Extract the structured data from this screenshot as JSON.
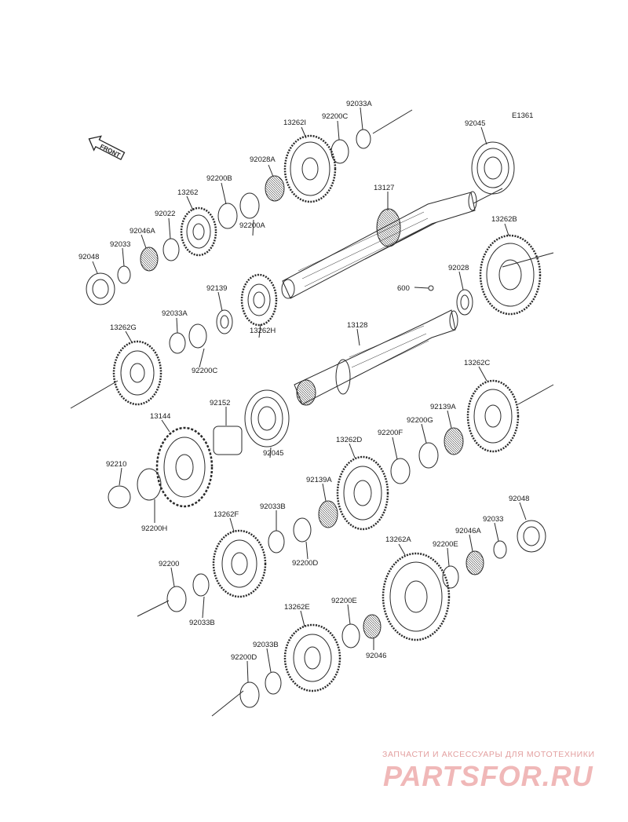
{
  "diagram_code": "E1361",
  "front_label": "FRONT",
  "colors": {
    "line": "#2a2a2a",
    "watermark": "#f0b8b8"
  },
  "parts": {
    "p13262I": "13262I",
    "p92200C_top": "92200C",
    "p92033A_top": "92033A",
    "p92045_top": "92045",
    "p92028A": "92028A",
    "p92200B": "92200B",
    "p13262": "13262",
    "p92022": "92022",
    "p92046A_top": "92046A",
    "p92033": "92033",
    "p92048_top": "92048",
    "p92200A": "92200A",
    "p13127": "13127",
    "p13262B": "13262B",
    "p600": "600",
    "p92028": "92028",
    "p92139": "92139",
    "p13262H": "13262H",
    "p92033A_mid": "92033A",
    "p13262G": "13262G",
    "p92200C_mid": "92200C",
    "p13128": "13128",
    "p13262C": "13262C",
    "p13144": "13144",
    "p92152": "92152",
    "p92045_mid": "92045",
    "p92139A_right": "92139A",
    "p92200G": "92200G",
    "p92200F": "92200F",
    "p13262D": "13262D",
    "p92210": "92210",
    "p92200H": "92200H",
    "p92139A_mid": "92139A",
    "p92033B_mid": "92033B",
    "p13262F": "13262F",
    "p92200D_mid": "92200D",
    "p92048_right": "92048",
    "p92033_right": "92033",
    "p92046A_right": "92046A",
    "p92200E_right": "92200E",
    "p13262A": "13262A",
    "p92200_bottom": "92200",
    "p92033B_bottom": "92033B",
    "p92200E_bottom": "92200E",
    "p13262E": "13262E",
    "p92046": "92046",
    "p92033B_low": "92033B",
    "p92200D_low": "92200D"
  },
  "watermark": {
    "tagline": "ЗАПЧАСТИ И АКСЕССУАРЫ ДЛЯ МОТОТЕХНИКИ",
    "logo": "PARTSFOR.RU"
  }
}
